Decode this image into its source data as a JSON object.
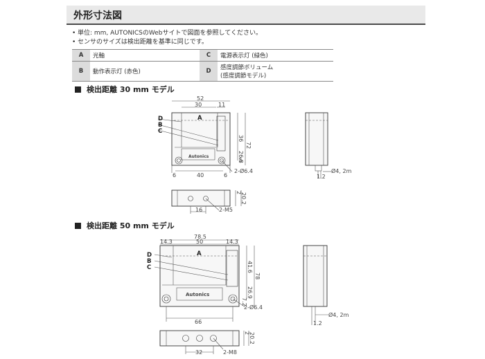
{
  "header": {
    "title": "外形寸法図"
  },
  "notes": [
    "単位: mm, AUTONICSのWebサイトで図面を参照してください。",
    "センサのサイズは検出距離を基準に同じです。"
  ],
  "legend": [
    {
      "k1": "A",
      "v1": "光軸",
      "k2": "C",
      "v2": "電源表示灯 (緑色)"
    },
    {
      "k1": "B",
      "v1": "動作表示灯 (赤色)",
      "k2": "D",
      "v2a": "感度調節ボリューム",
      "v2b": "(感度調節モデル)"
    }
  ],
  "section30": {
    "title": "検出距離 30 mm モデル",
    "dims": {
      "w52": "52",
      "w30": "30",
      "w11": "11",
      "h36": "36",
      "h72": "72",
      "h268": "26.8",
      "h5": "5",
      "w6a": "6",
      "w40": "40",
      "w6b": "6",
      "hole": "2-Ø6.4",
      "cable": "Ø4, 2m",
      "c12": "1.2",
      "w16": "16",
      "m5": "2-M5",
      "h2": "2",
      "h202": "20.2"
    },
    "markers": {
      "A": "A",
      "B": "B",
      "C": "C",
      "D": "D"
    },
    "brand": "Autonics"
  },
  "section50": {
    "title": "検出距離 50 mm モデル",
    "dims": {
      "w785": "78.5",
      "w143a": "14.3",
      "w50": "50",
      "w143b": "14.3",
      "h416": "41.6",
      "h78": "78",
      "h269": "26.9",
      "h72": "7.2",
      "hole": "2-Ø6.4",
      "w66": "66",
      "cable": "Ø4, 2m",
      "c12": "1.2",
      "w32": "32",
      "m8": "2-M8",
      "h2": "2",
      "h202": "20.2"
    },
    "markers": {
      "A": "A",
      "B": "B",
      "C": "C",
      "D": "D"
    },
    "brand": "Autonics"
  }
}
